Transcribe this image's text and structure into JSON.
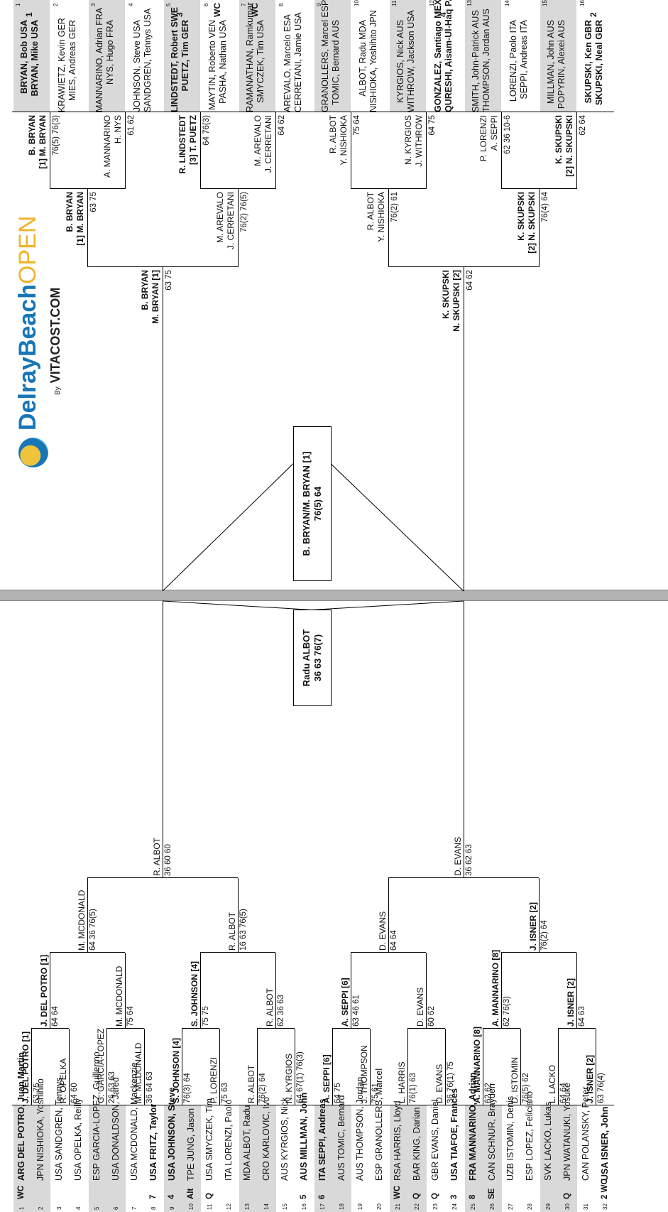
{
  "event": {
    "name_main": "DelrayBeach",
    "name_accent": "OPEN",
    "sponsor_prefix": "By",
    "sponsor": "VITACOST.COM"
  },
  "singles": {
    "draw": [
      {
        "line": "1",
        "tag": "WC",
        "country": "ARG",
        "name": "DEL POTRO, Juan Martin",
        "bold": true
      },
      {
        "line": "2",
        "tag": "",
        "country": "JPN",
        "name": "NISHIOKA, Yoshihito",
        "bold": false
      },
      {
        "line": "3",
        "tag": "",
        "country": "USA",
        "name": "SANDGREN, Tennys",
        "bold": false
      },
      {
        "line": "4",
        "tag": "",
        "country": "USA",
        "name": "OPELKA, Reilly",
        "bold": false
      },
      {
        "line": "5",
        "tag": "",
        "country": "ESP",
        "name": "GARCIA-LOPEZ, Guillermo",
        "bold": false
      },
      {
        "line": "6",
        "tag": "",
        "country": "USA",
        "name": "DONALDSON, Jared",
        "bold": false
      },
      {
        "line": "7",
        "tag": "",
        "country": "USA",
        "name": "MCDONALD, Mackenzie",
        "bold": false
      },
      {
        "line": "8",
        "tag": "7",
        "country": "USA",
        "name": "FRITZ, Taylor",
        "bold": true
      },
      {
        "line": "9",
        "tag": "4",
        "country": "USA",
        "name": "JOHNSON, Steve",
        "bold": true
      },
      {
        "line": "10",
        "tag": "Alt",
        "country": "TPE",
        "name": "JUNG, Jason",
        "bold": false
      },
      {
        "line": "11",
        "tag": "Q",
        "country": "USA",
        "name": "SMYCZEK, Tim",
        "bold": false
      },
      {
        "line": "12",
        "tag": "",
        "country": "ITA",
        "name": "LORENZI, Paolo",
        "bold": false
      },
      {
        "line": "13",
        "tag": "",
        "country": "MDA",
        "name": "ALBOT, Radu",
        "bold": false
      },
      {
        "line": "14",
        "tag": "",
        "country": "CRO",
        "name": "KARLOVIC, Ivo",
        "bold": false
      },
      {
        "line": "15",
        "tag": "",
        "country": "AUS",
        "name": "KYRGIOS, Nick",
        "bold": false
      },
      {
        "line": "16",
        "tag": "5",
        "country": "AUS",
        "name": "MILLMAN, John",
        "bold": true
      },
      {
        "line": "17",
        "tag": "6",
        "country": "ITA",
        "name": "SEPPI, Andreas",
        "bold": true
      },
      {
        "line": "18",
        "tag": "",
        "country": "AUS",
        "name": "TOMIC, Bernard",
        "bold": false
      },
      {
        "line": "19",
        "tag": "",
        "country": "AUS",
        "name": "THOMPSON, Jordan",
        "bold": false
      },
      {
        "line": "20",
        "tag": "",
        "country": "ESP",
        "name": "GRANOLLERS, Marcel",
        "bold": false
      },
      {
        "line": "21",
        "tag": "WC",
        "country": "RSA",
        "name": "HARRIS, Lloyd",
        "bold": false
      },
      {
        "line": "22",
        "tag": "Q",
        "country": "BAR",
        "name": "KING, Darian",
        "bold": false
      },
      {
        "line": "23",
        "tag": "Q",
        "country": "GBR",
        "name": "EVANS, Daniel",
        "bold": false
      },
      {
        "line": "24",
        "tag": "3",
        "country": "USA",
        "name": "TIAFOE, Frances",
        "bold": true
      },
      {
        "line": "25",
        "tag": "8",
        "country": "FRA",
        "name": "MANNARINO, Adrian",
        "bold": true
      },
      {
        "line": "26",
        "tag": "SE",
        "country": "CAN",
        "name": "SCHNUR, Brayden",
        "bold": false
      },
      {
        "line": "27",
        "tag": "",
        "country": "UZB",
        "name": "ISTOMIN, Denis",
        "bold": false
      },
      {
        "line": "28",
        "tag": "",
        "country": "ESP",
        "name": "LOPEZ, Feliciano",
        "bold": false
      },
      {
        "line": "29",
        "tag": "",
        "country": "SVK",
        "name": "LACKO, Lukas",
        "bold": false
      },
      {
        "line": "30",
        "tag": "Q",
        "country": "JPN",
        "name": "WATANUKI, Yosuke",
        "bold": false
      },
      {
        "line": "31",
        "tag": "",
        "country": "CAN",
        "name": "POLANSKY, Peter",
        "bold": false
      },
      {
        "line": "32",
        "tag": "2 WC",
        "country": "USA",
        "name": "ISNER, John",
        "bold": true
      }
    ],
    "r1": [
      {
        "name": "J. DEL POTRO [1]",
        "score": "63 75",
        "bold": true
      },
      {
        "name": "R. OPELKA",
        "score": "64 60",
        "bold": false
      },
      {
        "name": "G. GARCIA-LOPEZ",
        "score": "26 63 63",
        "bold": false
      },
      {
        "name": "M. MCDONALD",
        "score": "36 64 63",
        "bold": false
      },
      {
        "name": "S. JOHNSON [4]",
        "score": "76(3) 64",
        "bold": true
      },
      {
        "name": "P. LORENZI",
        "score": "75 63",
        "bold": false
      },
      {
        "name": "R. ALBOT",
        "score": "76(2) 64",
        "bold": false
      },
      {
        "name": "N. KYRGIOS",
        "score": "64 67(1) 76(3)",
        "bold": false
      },
      {
        "name": "A. SEPPI [6]",
        "score": "64 75",
        "bold": true
      },
      {
        "name": "J. THOMPSON",
        "score": "75 61",
        "bold": false
      },
      {
        "name": "L. HARRIS",
        "score": "76(1) 63",
        "bold": false
      },
      {
        "name": "D. EVANS",
        "score": "36 76(1) 75",
        "bold": false
      },
      {
        "name": "A. MANNARINO [8]",
        "score": "62 62",
        "bold": true
      },
      {
        "name": "D. ISTOMIN",
        "score": "76(5) 62",
        "bold": false
      },
      {
        "name": "L. LACKO",
        "score": "64 64",
        "bold": false
      },
      {
        "name": "J. ISNER [2]",
        "score": "63 76(4)",
        "bold": true
      }
    ],
    "r2": [
      {
        "name": "J. DEL POTRO [1]",
        "score": "64 64",
        "bold": true
      },
      {
        "name": "M. MCDONALD",
        "score": "75 64",
        "bold": false
      },
      {
        "name": "S. JOHNSON [4]",
        "score": "75 75",
        "bold": true
      },
      {
        "name": "R. ALBOT",
        "score": "62 36 63",
        "bold": false
      },
      {
        "name": "A. SEPPI [6]",
        "score": "63 46 61",
        "bold": true
      },
      {
        "name": "D. EVANS",
        "score": "60 62",
        "bold": false
      },
      {
        "name": "A. MANNARINO [8]",
        "score": "62 76(3)",
        "bold": true
      },
      {
        "name": "J. ISNER [2]",
        "score": "64 63",
        "bold": true
      }
    ],
    "qf": [
      {
        "name": "M. MCDONALD",
        "score": "64 36 76(5)",
        "bold": false
      },
      {
        "name": "R. ALBOT",
        "score": "16 63 76(5)",
        "bold": false
      },
      {
        "name": "D. EVANS",
        "score": "64 64",
        "bold": false
      },
      {
        "name": "J. ISNER [2]",
        "score": "76(2) 64",
        "bold": true
      }
    ],
    "sf": [
      {
        "name": "R. ALBOT",
        "score": "36 60 60"
      },
      {
        "name": "D. EVANS",
        "score": "36 62 63"
      }
    ],
    "champion": {
      "name": "Radu ALBOT",
      "score": "36 63 76(7)"
    }
  },
  "doubles": {
    "draw": [
      {
        "line": "1",
        "tag": "1",
        "a": "BRYAN, Bob USA",
        "b": "BRYAN, Mike USA",
        "bold": true
      },
      {
        "line": "2",
        "tag": "",
        "a": "KRAWIETZ, Kevin GER",
        "b": "MIES, Andreas GER",
        "bold": false
      },
      {
        "line": "3",
        "tag": "",
        "a": "MANNARINO, Adrian FRA",
        "b": "NYS, Hugo FRA",
        "bold": false
      },
      {
        "line": "4",
        "tag": "",
        "a": "JOHNSON, Steve USA",
        "b": "SANDGREN, Tennys USA",
        "bold": false
      },
      {
        "line": "5",
        "tag": "3",
        "a": "LINDSTEDT, Robert SWE",
        "b": "PUETZ, Tim GER",
        "bold": true
      },
      {
        "line": "6",
        "tag": "WC",
        "a": "MAYTIN, Roberto VEN",
        "b": "PASHA, Nathan USA",
        "bold": false
      },
      {
        "line": "7",
        "tag": "WC",
        "a": "RAMANATHAN, Ramkumar IND",
        "b": "SMYCZEK, Tim USA",
        "bold": false
      },
      {
        "line": "8",
        "tag": "",
        "a": "AREVALO, Marcelo ESA",
        "b": "CERRETANI, Jamie USA",
        "bold": false
      },
      {
        "line": "9",
        "tag": "",
        "a": "GRANOLLERS, Marcel ESP",
        "b": "TOMIC, Bernard AUS",
        "bold": false
      },
      {
        "line": "10",
        "tag": "",
        "a": "ALBOT, Radu MDA",
        "b": "NISHIOKA, Yoshihito JPN",
        "bold": false
      },
      {
        "line": "11",
        "tag": "",
        "a": "KYRGIOS, Nick AUS",
        "b": "WITHROW, Jackson USA",
        "bold": false
      },
      {
        "line": "12",
        "tag": "4",
        "a": "GONZALEZ, Santiago MEX",
        "b": "QURESHI, Aisam-Ul-Haq PAK",
        "bold": true
      },
      {
        "line": "13",
        "tag": "",
        "a": "SMITH, John-Patrick AUS",
        "b": "THOMPSON, Jordan AUS",
        "bold": false
      },
      {
        "line": "14",
        "tag": "",
        "a": "LORENZI, Paolo ITA",
        "b": "SEPPI, Andreas ITA",
        "bold": false
      },
      {
        "line": "15",
        "tag": "",
        "a": "MILLMAN, John AUS",
        "b": "POPYRIN, Alexei AUS",
        "bold": false
      },
      {
        "line": "16",
        "tag": "2",
        "a": "SKUPSKI, Ken GBR",
        "b": "SKUPSKI, Neal GBR",
        "bold": true
      }
    ],
    "r1": [
      {
        "a": "B. BRYAN",
        "b": "[1] M. BRYAN",
        "score": "76(5) 76(3)",
        "bold": true
      },
      {
        "a": "A. MANNARINO",
        "b": "H. NYS",
        "score": "61 62",
        "bold": false
      },
      {
        "a": "R. LINDSTEDT",
        "b": "[3] T. PUETZ",
        "score": "64 76(3)",
        "bold": true
      },
      {
        "a": "M. AREVALO",
        "b": "J. CERRETANI",
        "score": "64 62",
        "bold": false
      },
      {
        "a": "R. ALBOT",
        "b": "Y. NISHIOKA",
        "score": "75 64",
        "bold": false
      },
      {
        "a": "N. KYRGIOS",
        "b": "J. WITHROW",
        "score": "64 75",
        "bold": false
      },
      {
        "a": "P. LORENZI",
        "b": "A. SEPPI",
        "score": "62 36 10-6",
        "bold": false
      },
      {
        "a": "K. SKUPSKI",
        "b": "[2] N. SKUPSKI",
        "score": "62 64",
        "bold": true
      }
    ],
    "qf": [
      {
        "a": "B. BRYAN",
        "b": "[1] M. BRYAN",
        "score": "63 75",
        "bold": true
      },
      {
        "a": "M. AREVALO",
        "b": "J. CERRETANI",
        "score": "76(2) 76(5)",
        "bold": false
      },
      {
        "a": "R. ALBOT",
        "b": "Y. NISHIOKA",
        "score": "76(2) 61",
        "bold": false
      },
      {
        "a": "K. SKUPSKI",
        "b": "[2] N. SKUPSKI",
        "score": "76(4) 64",
        "bold": true
      }
    ],
    "sf": [
      {
        "a": "B. BRYAN",
        "b": "M. BRYAN [1]",
        "score": "63 75"
      },
      {
        "a": "K. SKUPSKI",
        "b": "N. SKUPSKI [2]",
        "score": "64 62"
      }
    ],
    "champion": {
      "name": "B. BRYAN/M. BRYAN [1]",
      "score": "76(5) 64"
    }
  }
}
